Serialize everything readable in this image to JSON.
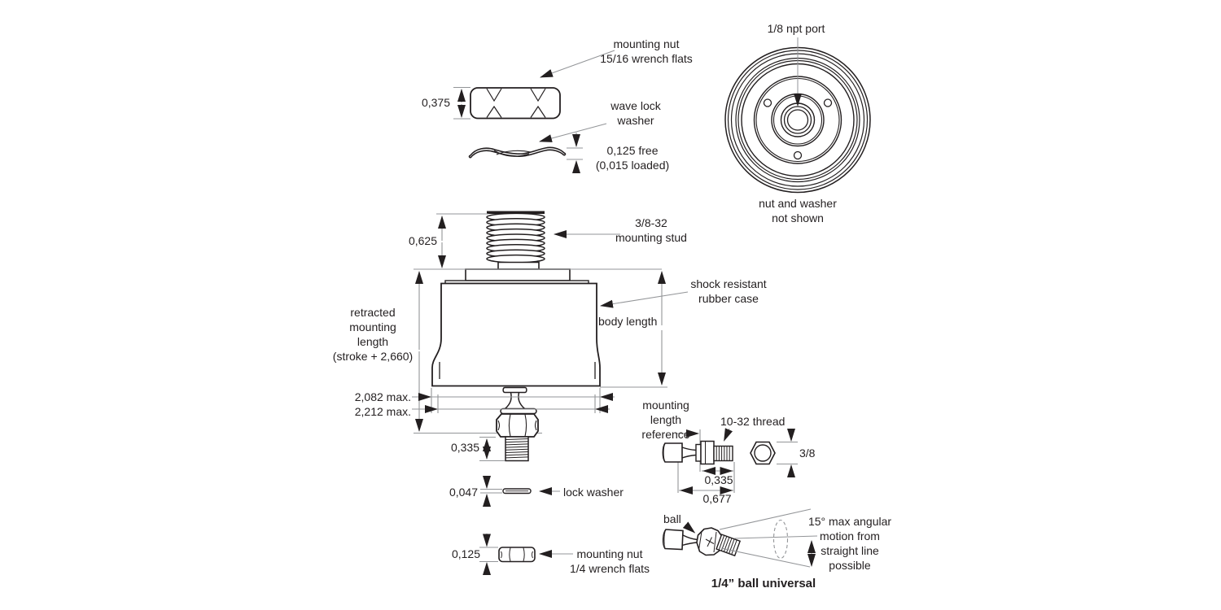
{
  "colors": {
    "ink": "#231f20",
    "leader": "#939598",
    "paper": "#ffffff"
  },
  "views": {
    "nut_front": {
      "label_l1": "mounting nut",
      "label_l2": "15/16 wrench flats",
      "height_dim": "0,375"
    },
    "wave_washer": {
      "label_l1": "wave lock",
      "label_l2": "washer",
      "dim_l1": "0,125 free",
      "dim_l2": "(0,015 loaded)"
    },
    "port_end": {
      "port_label": "1/8 npt port",
      "note_l1": "nut and washer",
      "note_l2": "not shown"
    },
    "stud": {
      "length_dim": "0,625",
      "label_l1": "3/8-32",
      "label_l2": "mounting stud"
    },
    "body": {
      "case_l1": "shock resistant",
      "case_l2": "rubber case",
      "body_length": "body length",
      "retracted_l1": "retracted",
      "retracted_l2": "mounting",
      "retracted_l3": "length",
      "retracted_l4": "(stroke + 2,660)",
      "dia_1": "2,082 max.",
      "dia_2": "2,212 max."
    },
    "piston": {
      "thread_len": "0,335",
      "washer_thk": "0,047",
      "washer_label": "lock washer",
      "nut_h": "0,125",
      "nut_l1": "mounting nut",
      "nut_l2": "1/4 wrench flats"
    },
    "rod_end": {
      "ref_l1": "mounting",
      "ref_l2": "length",
      "ref_l3": "reference",
      "thread": "10-32 thread",
      "hex": "3/8",
      "len_1": "0,335",
      "len_2": "0,677"
    },
    "ball_joint": {
      "ball": "ball",
      "motion_l1": "15° max angular",
      "motion_l2": "motion from",
      "motion_l3": "straight line",
      "motion_l4": "possible",
      "title": "1/4” ball universal"
    }
  }
}
